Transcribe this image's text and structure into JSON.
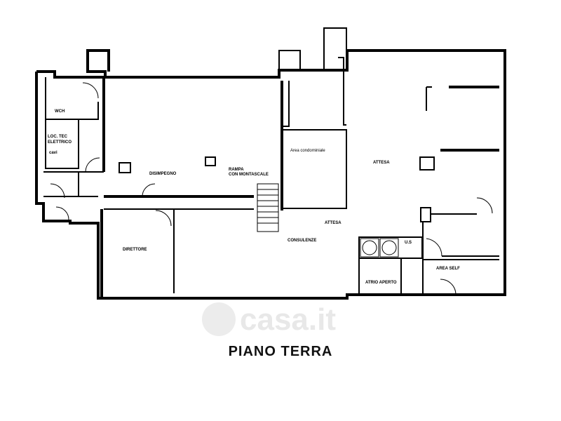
{
  "title": "PIANO TERRA",
  "watermark": "casa.it",
  "rooms": {
    "wch": "WCH",
    "loc_tec_1": "LOC. TEC",
    "loc_tec_2": "ELETTRICO",
    "cavi": "cavi",
    "disimpegno": "DISIMPEGNO",
    "rampa_1": "RAMPA",
    "rampa_2": "CON MONTASCALE",
    "area_condominiale": "Area condominiale",
    "attesa_1": "ATTESA",
    "attesa_2": "ATTESA",
    "consulenze": "CONSULENZE",
    "direttore": "DIRETTORE",
    "us": "U.S",
    "area_self": "AREA SELF",
    "atrio_aperto": "ATRIO APERTO"
  }
}
